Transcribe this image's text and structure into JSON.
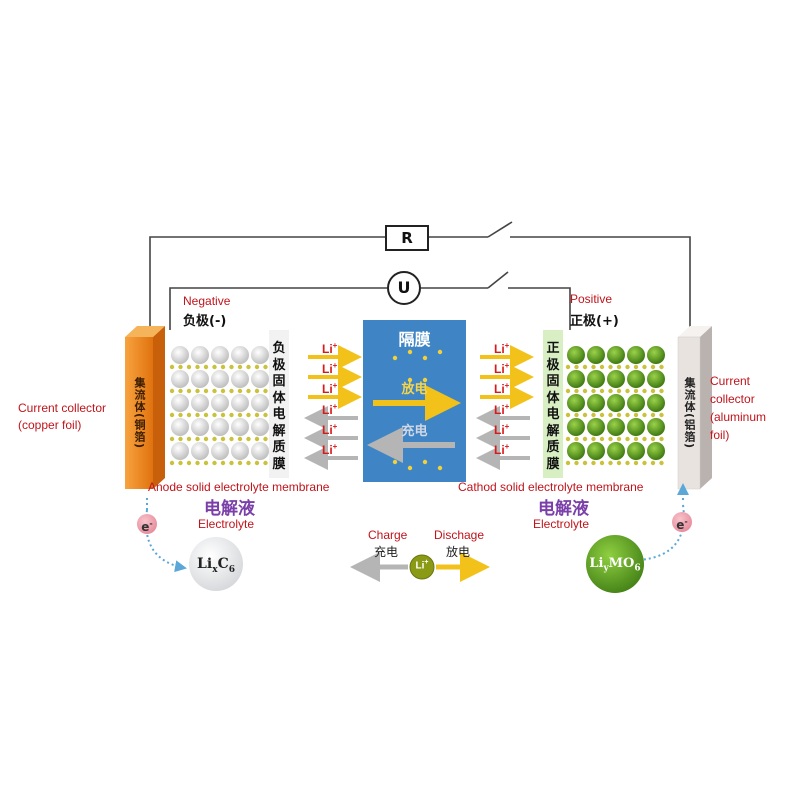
{
  "circuit": {
    "resistor": "R",
    "voltmeter": "U"
  },
  "negative": {
    "label_en": "Negative",
    "label_zh": "负极(-)",
    "membrane_zh": [
      "负",
      "极",
      "固",
      "体",
      "电",
      "解",
      "质",
      "膜"
    ]
  },
  "positive": {
    "label_en": "Positive",
    "label_zh": "正极(+)",
    "membrane_zh": [
      "正",
      "极",
      "固",
      "体",
      "电",
      "解",
      "质",
      "膜"
    ]
  },
  "left_collector": {
    "zh": "集流体(铜箔)",
    "en_line1": "Current collector",
    "en_line2": "(copper foil)",
    "color": "#f28a1e"
  },
  "right_collector": {
    "zh": "集流体(铝箔)",
    "en_line1": "Current",
    "en_line2": "collector",
    "en_line3": "(aluminum",
    "en_line4": "foil)",
    "color": "#e9e3e0"
  },
  "separator": {
    "title": "隔膜",
    "discharge": "放电",
    "charge": "充电",
    "color": "#3f84c4"
  },
  "li_ion": "Li",
  "li_sup": "+",
  "anode_membrane_en": "Anode solid electrolyte membrane",
  "cathode_membrane_en": "Cathod solid electrolyte membrane",
  "electrolyte_zh": "电解液",
  "electrolyte_en": "Electrolyte",
  "electron": "e",
  "electron_sup": "-",
  "anode_ball": {
    "base": "Li",
    "sub1": "x",
    "mid": "C",
    "sub2": "6"
  },
  "cathode_ball": {
    "base": "Li",
    "sub1": "y",
    "mid": "MO",
    "sub2": "6"
  },
  "legend": {
    "charge_en": "Charge",
    "charge_zh": "充电",
    "discharge_en": "Dischage",
    "discharge_zh": "放电",
    "center": "Li",
    "center_sup": "+"
  },
  "colors": {
    "arrow_yellow": "#f2c21b",
    "arrow_gray": "#b5b5b5",
    "anode_particle": "#e3e3e3",
    "cathode_particle": "#5c9a1e",
    "label_red": "#c0141b",
    "electrolyte_purple": "#7a3fa8"
  }
}
